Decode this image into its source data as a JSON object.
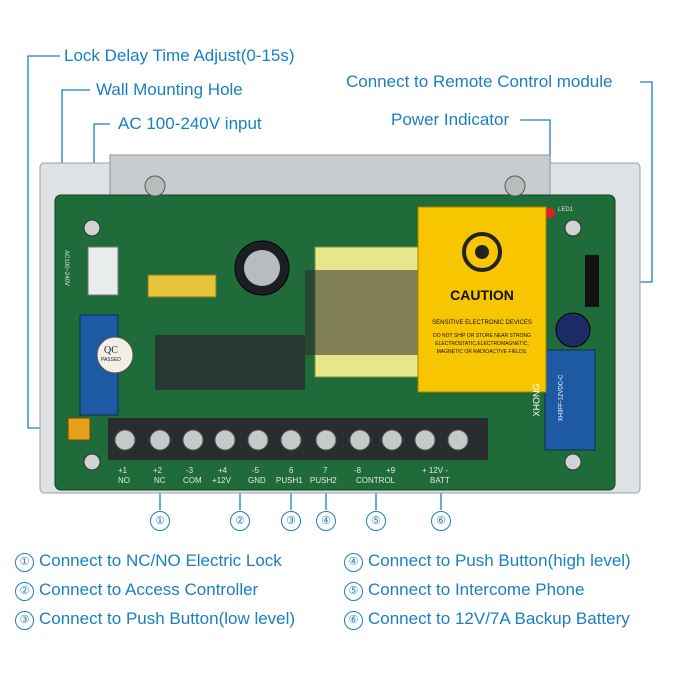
{
  "callouts": {
    "lock_delay": "Lock Delay Time Adjust(0-15s)",
    "wall_mount": "Wall Mounting Hole",
    "ac_input": "AC 100-240V input",
    "remote": "Connect to Remote Control module",
    "power_indicator": "Power Indicator"
  },
  "caution": {
    "title": "CAUTION",
    "line1": "SENSITIVE ELECTRONIC DEVICES",
    "line2": "DO NOT SHIP OR STORE NEAR STRONG",
    "line3": "ELECTROSTATIC,ELECTROMAGNETIC,",
    "line4": "MAGNETIC OR RADIOACTIVE FIELDS."
  },
  "board": {
    "qc": "QC",
    "passed": "PASSED",
    "brand": "XHONG",
    "relay_model": "XH3FF-12VDC-C",
    "ac_label": "AC100~240V",
    "led": "LED1"
  },
  "terminals": [
    {
      "num": "+1",
      "name": "NO"
    },
    {
      "num": "+2",
      "name": "NC"
    },
    {
      "num": "-3",
      "name": "COM"
    },
    {
      "num": "+4",
      "name": "+12V"
    },
    {
      "num": "-5",
      "name": "GND"
    },
    {
      "num": "6",
      "name": "PUSH1"
    },
    {
      "num": "7",
      "name": "PUSH2"
    },
    {
      "num": "-8",
      "name": ""
    },
    {
      "num": "+9",
      "name": ""
    }
  ],
  "group_labels": {
    "control": "CONTROL",
    "batt_top": "+ 12V -",
    "batt": "BATT"
  },
  "circle_numbers": [
    "①",
    "②",
    "③",
    "④",
    "⑤",
    "⑥"
  ],
  "legend": [
    {
      "num": "①",
      "text": "Connect to NC/NO Electric Lock"
    },
    {
      "num": "②",
      "text": "Connect to Access Controller"
    },
    {
      "num": "③",
      "text": "Connect to Push Button(low level)"
    },
    {
      "num": "④",
      "text": "Connect to Push Button(high level)"
    },
    {
      "num": "⑤",
      "text": "Connect to Intercome Phone"
    },
    {
      "num": "⑥",
      "text": "Connect to 12V/7A Backup Battery"
    }
  ],
  "colors": {
    "accent": "#1a7fc2",
    "pcb": "#1f6b3a",
    "caution": "#f7c600"
  }
}
